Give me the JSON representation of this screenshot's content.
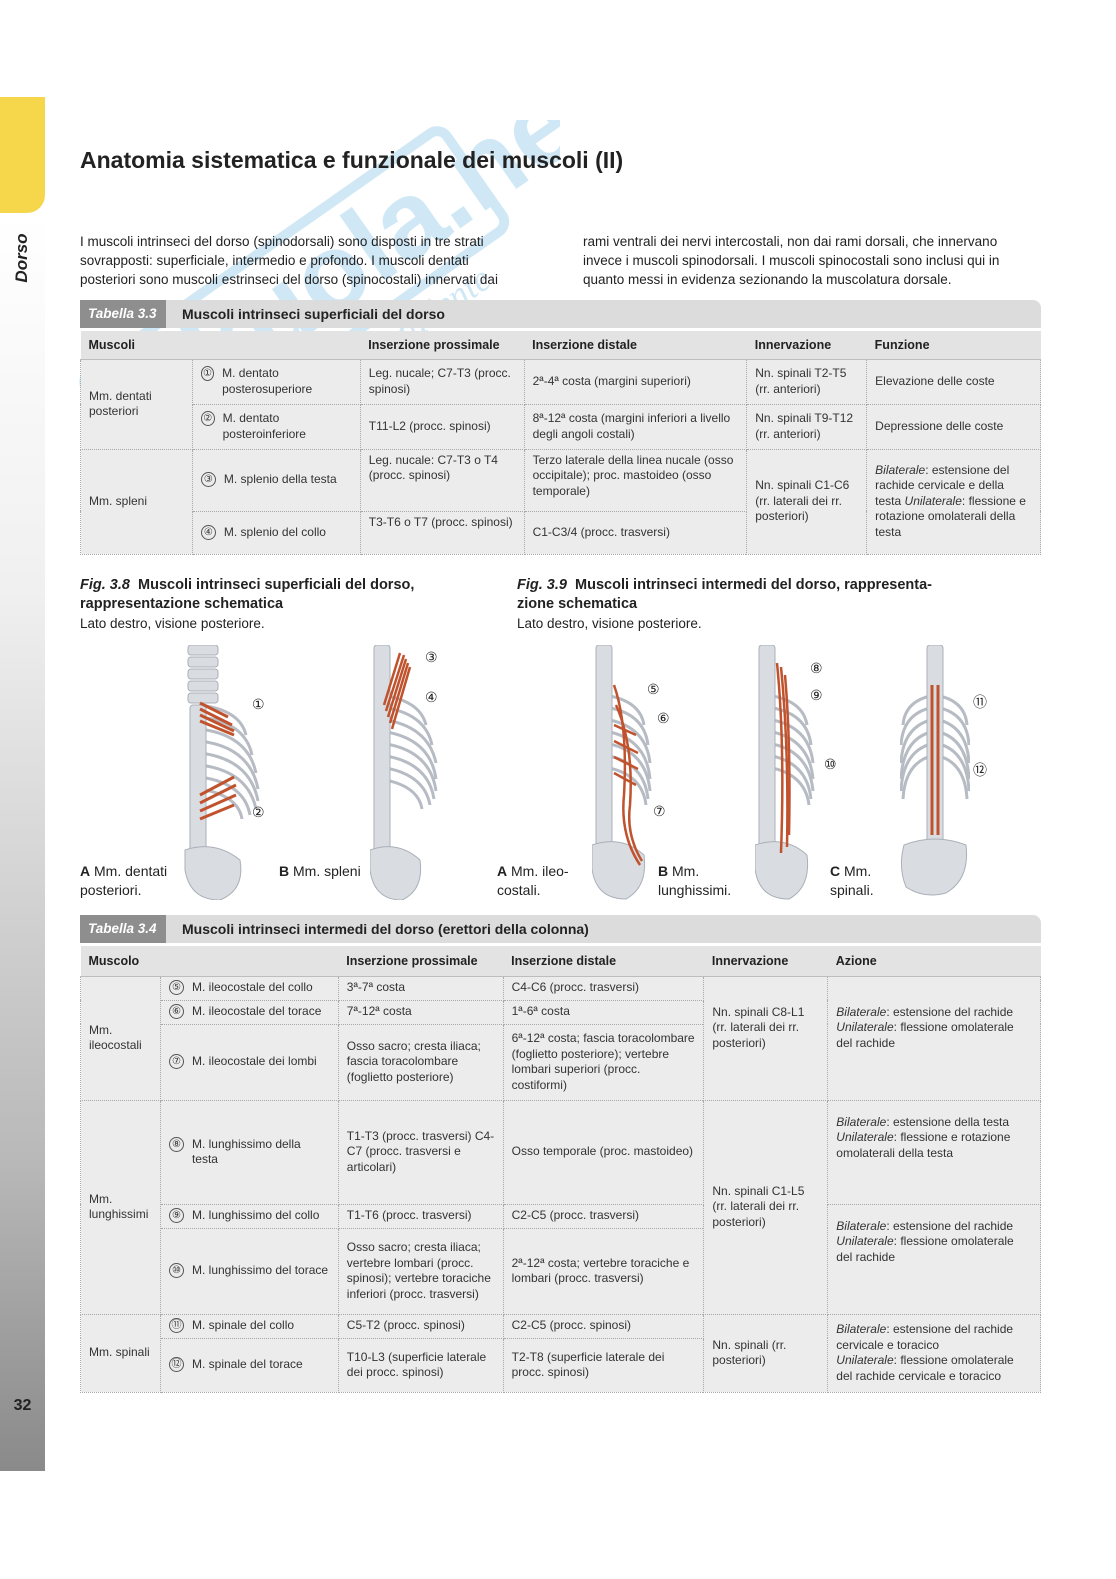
{
  "side": {
    "section": "Dorso",
    "page_number": "32"
  },
  "title": "Anatomia sistematica e funzionale dei muscoli (II)",
  "intro": {
    "left": "I muscoli intrinseci del dorso (spinodorsali) sono disposti in tre strati sovrapposti: superficiale, intermedio e profondo. I muscoli dentati posteriori sono muscoli estrinseci del dorso (spinocostali) innervati dai",
    "right": "rami ventrali dei nervi intercostali, non dai rami dorsali, che innervano invece i muscoli spinodorsali. I muscoli spinocostali sono inclusi qui in quanto messi in evidenza sezionando la muscolatura dorsale."
  },
  "table33": {
    "tag": "Tabella 3.3",
    "caption": "Muscoli intrinseci superficiali del dorso",
    "headers": [
      "Muscoli",
      "Inserzione prossimale",
      "Inserzione distale",
      "Innervazione",
      "Funzione"
    ],
    "groups": {
      "dentati": "Mm. dentati posteriori",
      "spleni": "Mm. spleni"
    },
    "rows": [
      {
        "num": "①",
        "muscle": "M. dentato posterosuperiore",
        "prox": "Leg. nucale; C7-T3 (procc. spinosi)",
        "dist": "2ª-4ª costa (margini superiori)",
        "inn": "Nn. spinali T2-T5 (rr. anteriori)",
        "fun": "Elevazione delle coste"
      },
      {
        "num": "②",
        "muscle": "M. dentato posteroinferiore",
        "prox": "T11-L2 (procc. spinosi)",
        "dist": "8ª-12ª costa (margini inferiori a livello degli angoli costali)",
        "inn": "Nn. spinali T9-T12 (rr. anteriori)",
        "fun": "Depressione delle coste"
      },
      {
        "num": "③",
        "muscle": "M. splenio della testa",
        "prox": "Leg. nucale: C7-T3 o T4 (procc. spinosi)",
        "dist": "Terzo laterale della linea nucale (osso occipitale); proc. mastoideo (osso temporale)"
      },
      {
        "num": "④",
        "muscle": "M. splenio del collo",
        "prox": "T3-T6 o T7 (procc. spinosi)",
        "dist": "C1-C3/4 (procc. trasversi)"
      }
    ],
    "spleni_inn": "Nn. spinali C1-C6 (rr. laterali dei rr. posteriori)",
    "spleni_fun": {
      "bil_label": "Bilaterale",
      "bil": ": estensione del rachide cervicale e della testa",
      "uni_label": "Unilaterale",
      "uni": ": flessione e rotazione omolaterali della testa"
    }
  },
  "fig38": {
    "label": "Fig. 3.8",
    "title": "Muscoli intrinseci superficiali del dorso, rappresentazione schematica",
    "subtitle": "Lato destro, visione posteriore.",
    "panels": [
      {
        "letter": "A",
        "text": "Mm. dentati posteriori."
      },
      {
        "letter": "B",
        "text": "Mm. spleni"
      }
    ],
    "markers": [
      "①",
      "②",
      "③",
      "④"
    ]
  },
  "fig39": {
    "label": "Fig. 3.9",
    "title": "Muscoli intrinseci intermedi del dorso, rappresenta- zione schematica",
    "subtitle": "Lato destro, visione posteriore.",
    "panels": [
      {
        "letter": "A",
        "text": "Mm. ileo- costali."
      },
      {
        "letter": "B",
        "text": "Mm. lunghissimi."
      },
      {
        "letter": "C",
        "text": "Mm. spinali."
      }
    ],
    "markers": [
      "⑤",
      "⑥",
      "⑦",
      "⑧",
      "⑨",
      "⑩",
      "⑪",
      "⑫"
    ]
  },
  "table34": {
    "tag": "Tabella 3.4",
    "caption": "Muscoli intrinseci intermedi del dorso (erettori della colonna)",
    "headers": [
      "Muscolo",
      "Inserzione prossimale",
      "Inserzione distale",
      "Innervazione",
      "Azione"
    ],
    "groups": {
      "ileo": "Mm. ileocostali",
      "lung": "Mm. lunghissimi",
      "spin": "Mm. spinali"
    },
    "rows": [
      {
        "num": "⑤",
        "muscle": "M. ileocostale del collo",
        "prox": "3ª-7ª costa",
        "dist": "C4-C6 (procc. trasversi)"
      },
      {
        "num": "⑥",
        "muscle": "M. ileocostale del torace",
        "prox": "7ª-12ª costa",
        "dist": "1ª-6ª costa"
      },
      {
        "num": "⑦",
        "muscle": "M. ileocostale dei lombi",
        "prox": "Osso sacro; cresta iliaca; fascia toracolombare (foglietto posteriore)",
        "dist": "6ª-12ª costa; fascia toracolombare (foglietto posteriore); vertebre lombari superiori (procc. costiformi)"
      },
      {
        "num": "⑧",
        "muscle": "M. lunghissimo della testa",
        "prox": "T1-T3 (procc. trasversi) C4-C7 (procc. trasversi e articolari)",
        "dist": "Osso temporale (proc. mastoideo)"
      },
      {
        "num": "⑨",
        "muscle": "M. lunghissimo del collo",
        "prox": "T1-T6 (procc. trasversi)",
        "dist": "C2-C5 (procc. trasversi)"
      },
      {
        "num": "⑩",
        "muscle": "M. lunghissimo del torace",
        "prox": "Osso sacro; cresta iliaca; vertebre lombari (procc. spinosi); vertebre toraciche inferiori (procc. trasversi)",
        "dist": "2ª-12ª costa; vertebre toraciche e lombari (procc. trasversi)"
      },
      {
        "num": "⑪",
        "muscle": "M. spinale del collo",
        "prox": "C5-T2 (procc. spinosi)",
        "dist": "C2-C5 (procc. spinosi)"
      },
      {
        "num": "⑫",
        "muscle": "M. spinale del torace",
        "prox": "T10-L3 (superficie laterale dei procc. spinosi)",
        "dist": "T2-T8 (superficie laterale dei procc. spinosi)"
      }
    ],
    "inn_ileo": "Nn. spinali C8-L1 (rr. laterali dei rr. posteriori)",
    "inn_lung": "Nn. spinali C1-L5 (rr. laterali dei rr. posteriori)",
    "inn_spin": "Nn. spinali (rr. posteriori)",
    "act_ileo": {
      "bil_label": "Bilaterale",
      "bil": ": estensione del rachide",
      "uni_label": "Unilaterale",
      "uni": ": flessione omolaterale del rachide"
    },
    "act_lung_testa": {
      "bil_label": "Bilaterale",
      "bil": ": estensione della testa",
      "uni_label": "Unilaterale",
      "uni": ": flessione e rotazione omolaterali della testa"
    },
    "act_lung": {
      "bil_label": "Bilaterale",
      "bil": ": estensione del rachide",
      "uni_label": "Unilaterale",
      "uni": ": flessione omolaterale del rachide"
    },
    "act_spin": {
      "bil_label": "Bilaterale",
      "bil": ": estensione del rachide cervicale e toracico",
      "uni_label": "Unilaterale",
      "uni": ": flessione omolaterale del rachide cervicale e toracico"
    }
  },
  "colors": {
    "accent_yellow": "#f6d64a",
    "table_tag": "#8e8e8e",
    "muscle": "#c0532e",
    "watermark": "#5aaee0"
  }
}
